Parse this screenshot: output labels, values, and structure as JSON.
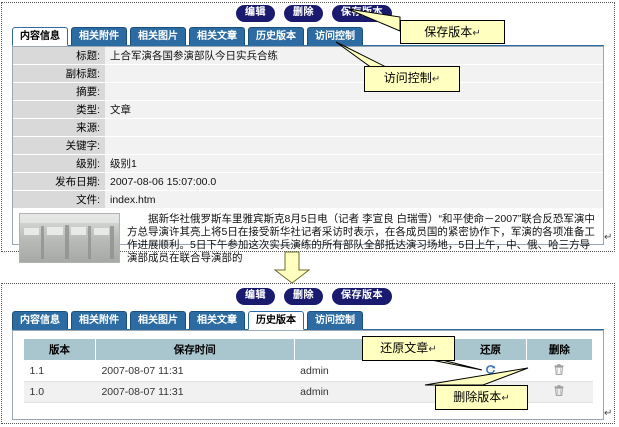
{
  "toolbar": {
    "buttons": [
      {
        "label": "编辑",
        "name": "edit-button"
      },
      {
        "label": "删除",
        "name": "delete-button"
      },
      {
        "label": "保存版本",
        "name": "save-version-button"
      }
    ]
  },
  "tabs": [
    {
      "label": "内容信息",
      "name": "tab-content-info"
    },
    {
      "label": "相关附件",
      "name": "tab-attachments"
    },
    {
      "label": "相关图片",
      "name": "tab-images"
    },
    {
      "label": "相关文章",
      "name": "tab-articles"
    },
    {
      "label": "历史版本",
      "name": "tab-history"
    },
    {
      "label": "访问控制",
      "name": "tab-access-control"
    }
  ],
  "top_panel": {
    "active_tab": "内容信息",
    "fields": [
      {
        "label": "标题:",
        "value": "上合军演各国参演部队今日实兵合练"
      },
      {
        "label": "副标题:",
        "value": ""
      },
      {
        "label": "摘要:",
        "value": ""
      },
      {
        "label": "类型:",
        "value": "文章"
      },
      {
        "label": "来源:",
        "value": ""
      },
      {
        "label": "关键字:",
        "value": ""
      },
      {
        "label": "级别:",
        "value": "级别1"
      },
      {
        "label": "发布日期:",
        "value": "2007-08-06 15:07:00.0"
      },
      {
        "label": "文件:",
        "value": "index.htm"
      }
    ],
    "article": {
      "paragraphs": [
        "据新华社俄罗斯车里雅宾斯克8月5日电（记者 李宣良 白瑞雪）“和平使命－2007”联合反恐军演中方总导演许其亮上将5日在接受新华社记者采访时表示，在各成员国的紧密协作下，军演的各项准备工作进展顺利。5日下午参加这次实兵演练的所有部队全部抵达演习场地，5日上午，中、俄、哈三方导演部成员在联合导演部的"
      ],
      "image_name": "article-thumbnail"
    }
  },
  "bottom_panel": {
    "active_tab": "历史版本",
    "table": {
      "columns": [
        "版本",
        "保存时间",
        "",
        "还原",
        "删除"
      ],
      "rows": [
        {
          "version": "1.1",
          "saved_at": "2007-08-07 11:31",
          "user": "admin",
          "restore_icon": "restore-icon",
          "delete_icon": "trash-icon"
        },
        {
          "version": "1.0",
          "saved_at": "2007-08-07 11:31",
          "user": "admin",
          "restore_icon": "restore-icon",
          "delete_icon": "trash-icon"
        }
      ]
    }
  },
  "callouts": [
    {
      "text": "保存版本",
      "mark": "↵",
      "name": "callout-save-version"
    },
    {
      "text": "访问控制",
      "mark": "↵",
      "name": "callout-access-control"
    },
    {
      "text": "还原文章",
      "mark": "↵",
      "name": "callout-restore-article"
    },
    {
      "text": "删除版本",
      "mark": "↵",
      "name": "callout-delete-version"
    }
  ],
  "marks": {
    "page_end": "↵"
  },
  "colors": {
    "tab_blue": "#2d6ca2",
    "button_navy": "#1a1a6e",
    "callout_yellow": "#ffffbf",
    "table_header": "#a9c6cf",
    "field_label": "#d9d9d9"
  }
}
